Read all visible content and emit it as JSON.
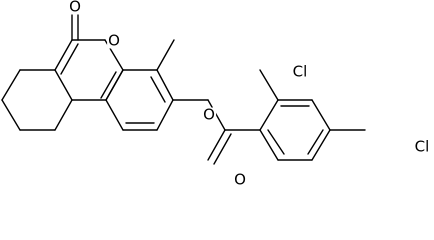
{
  "atoms": {
    "carbonyl_o_top": "O",
    "ring_o": "O",
    "methyl": "",
    "ester_o": "O",
    "ester_carbonyl_o": "O",
    "cl_ortho": "Cl",
    "cl_para": "Cl"
  }
}
